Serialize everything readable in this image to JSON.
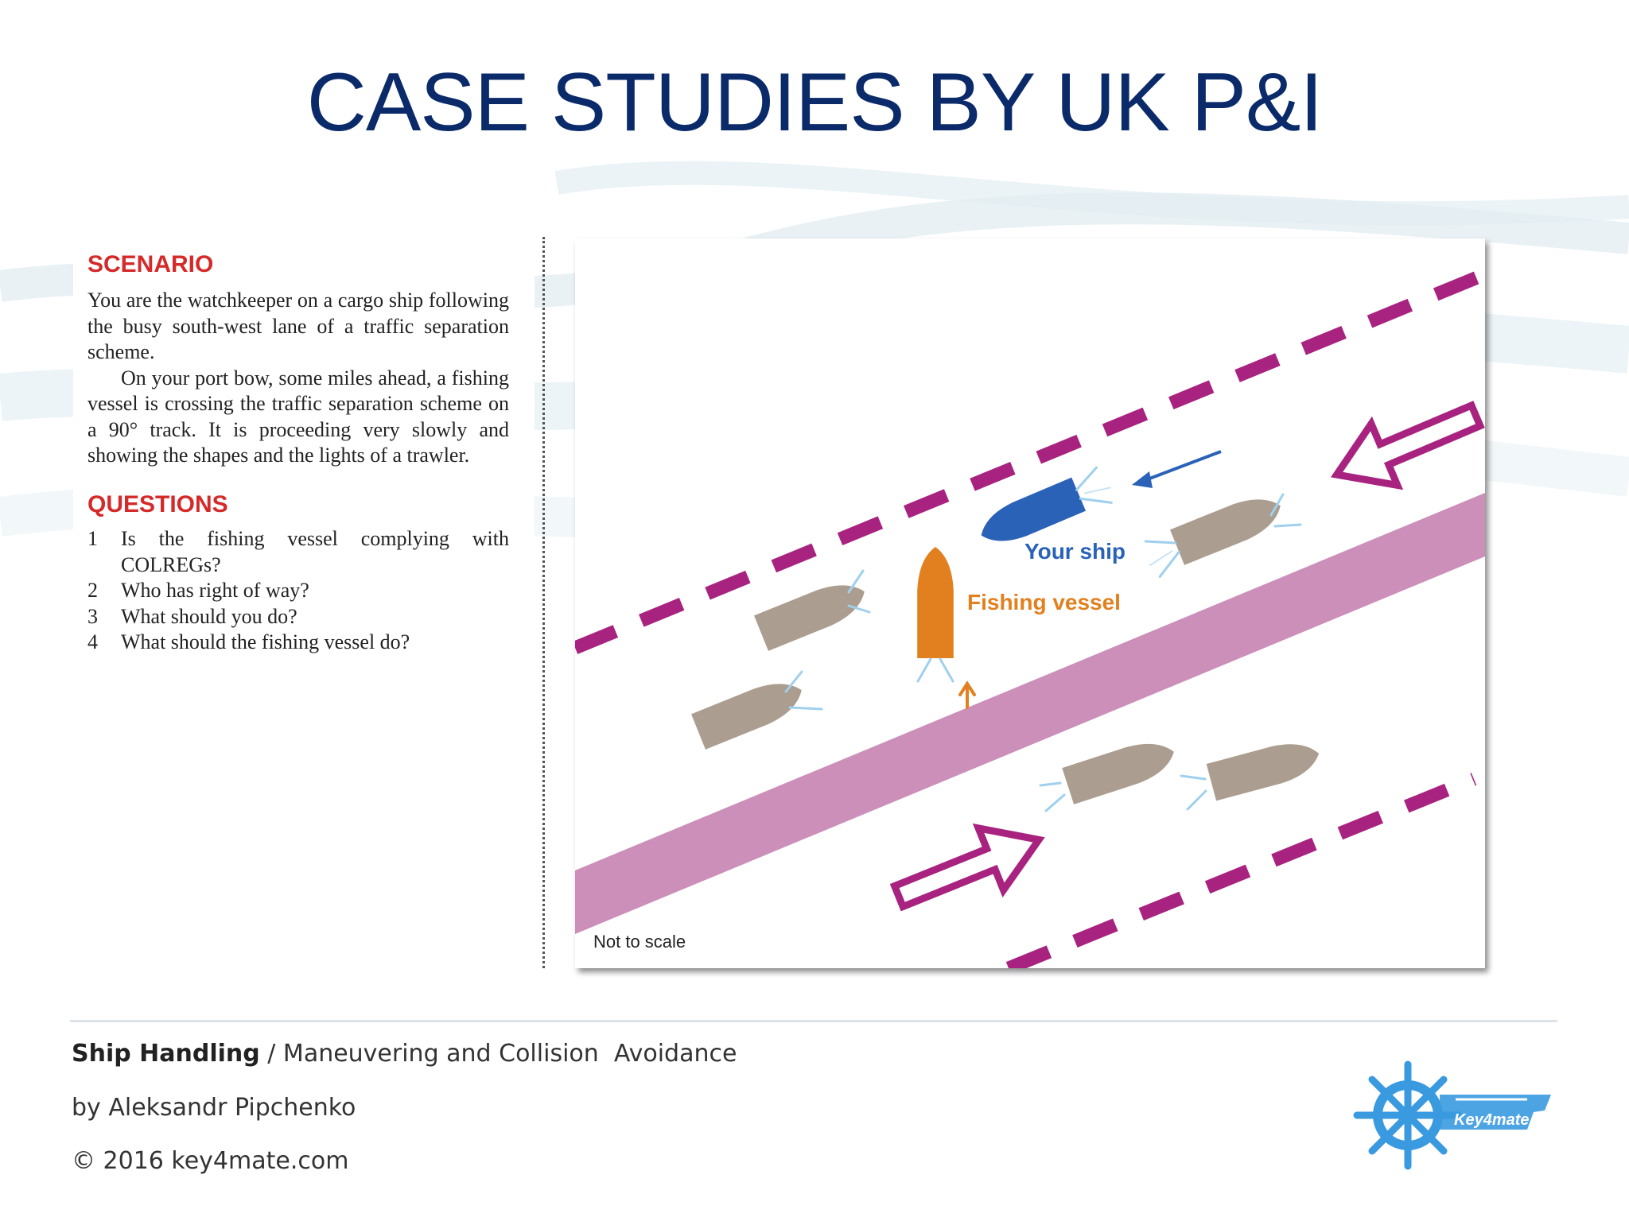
{
  "title": "CASE STUDIES BY UK P&I",
  "scenario": {
    "heading": "SCENARIO",
    "paragraph1": "You are the watchkeeper on a cargo ship following the busy south-west lane of a traffic separation scheme.",
    "paragraph2": "On your port bow, some miles ahead, a fishing vessel is crossing the traffic separation scheme on a 90° track. It is proceeding very slowly and showing the shapes and the lights of a trawler."
  },
  "questions": {
    "heading": "QUESTIONS",
    "items": [
      {
        "num": "1",
        "text": "Is the fishing vessel complying with COLREGs?"
      },
      {
        "num": "2",
        "text": "Who has right of way?"
      },
      {
        "num": "3",
        "text": "What should you do?"
      },
      {
        "num": "4",
        "text": "What should the fishing vessel do?"
      }
    ]
  },
  "diagram": {
    "your_ship_label": "Your ship",
    "fishing_vessel_label": "Fishing vessel",
    "scale_note": "Not to scale",
    "colors": {
      "lane_boundary": "#a8237f",
      "separation_zone": "#cb8fb9",
      "your_ship": "#2a62b8",
      "fishing_vessel": "#e2801f",
      "other_vessels": "#ab9d8f",
      "wake": "#9fd0ee"
    }
  },
  "footer": {
    "course_bold": "Ship Handling",
    "course_rest": " / Maneuvering and Collision  Avoidance",
    "author": "by Aleksandr Pipchenko",
    "copyright": "© 2016 key4mate.com"
  },
  "logo": {
    "text": "Key4mate",
    "icon": "ship-wheel-key-icon"
  }
}
